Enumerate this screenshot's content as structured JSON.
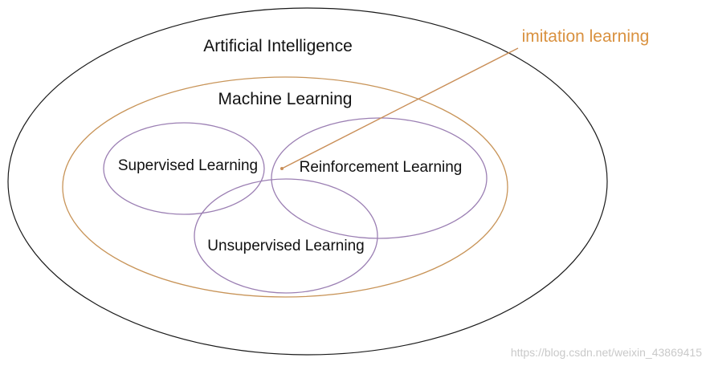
{
  "diagram": {
    "title_outer": "Artificial Intelligence",
    "title_ml": "Machine Learning",
    "supervised": "Supervised Learning",
    "reinforcement": "Reinforcement Learning",
    "unsupervised": "Unsupervised Learning",
    "annotation": "imitation learning"
  },
  "watermark": "https://blog.csdn.net/weixin_43869415",
  "colors": {
    "ai_stroke": "#1a1a1a",
    "ml_stroke": "#c89458",
    "subfield_stroke": "#9b7fb3",
    "highlight_fill": "#e7a66b",
    "annotation_text": "#d9913f",
    "pointer_line": "#c98e57"
  }
}
